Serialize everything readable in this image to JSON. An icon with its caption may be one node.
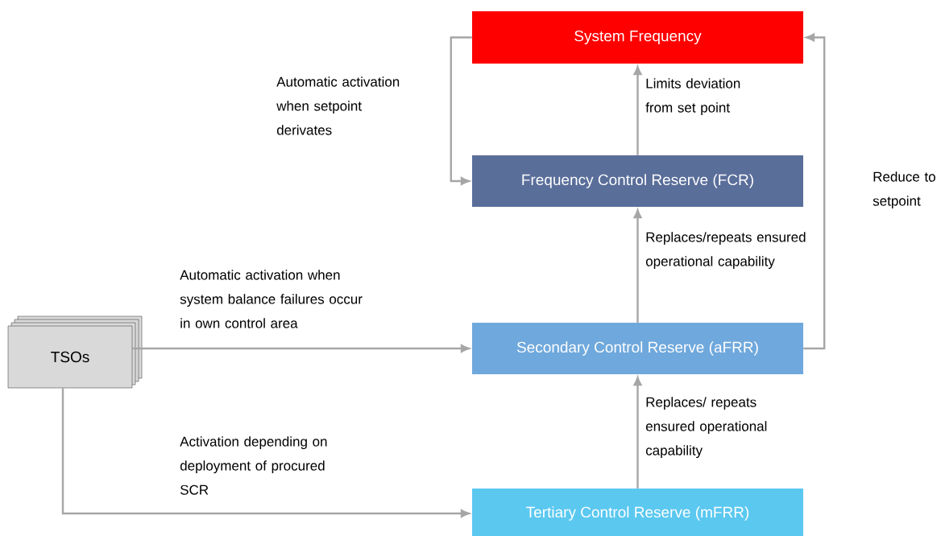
{
  "diagram": {
    "nodes": [
      {
        "text": [
          "System Frequency"
        ]
      },
      {
        "text": [
          "Frequency Control Reserve (FCR)"
        ]
      },
      {
        "text": [
          "Secondary Control Reserve (aFRR)"
        ]
      },
      {
        "text": [
          "Tertiary Control Reserve (mFRR)"
        ]
      },
      {
        "text": [
          "TSOs"
        ]
      }
    ],
    "edges": [
      {
        "from": 1,
        "to": 0,
        "arrow": "to",
        "label": "Limits deviation from set point"
      },
      {
        "from": 0,
        "to": 1,
        "arrow": "to",
        "label": "Automatic activation when setpoint derivates"
      },
      {
        "from": 2,
        "to": 1,
        "arrow": "to",
        "label": "Replaces/repeats ensured operational capability"
      },
      {
        "from": 2,
        "to": 0,
        "arrow": "to",
        "label": "Reduce to setpoint"
      },
      {
        "from": 4,
        "to": 2,
        "arrow": "to",
        "label": "Automatic activation when system balance failures occur in own control area"
      },
      {
        "from": 4,
        "to": 3,
        "arrow": "to",
        "label": "Activation depending on deployment of procured SCR"
      },
      {
        "from": 3,
        "to": 2,
        "arrow": "to",
        "label": "Replaces/ repeats ensured operational capability"
      }
    ]
  }
}
